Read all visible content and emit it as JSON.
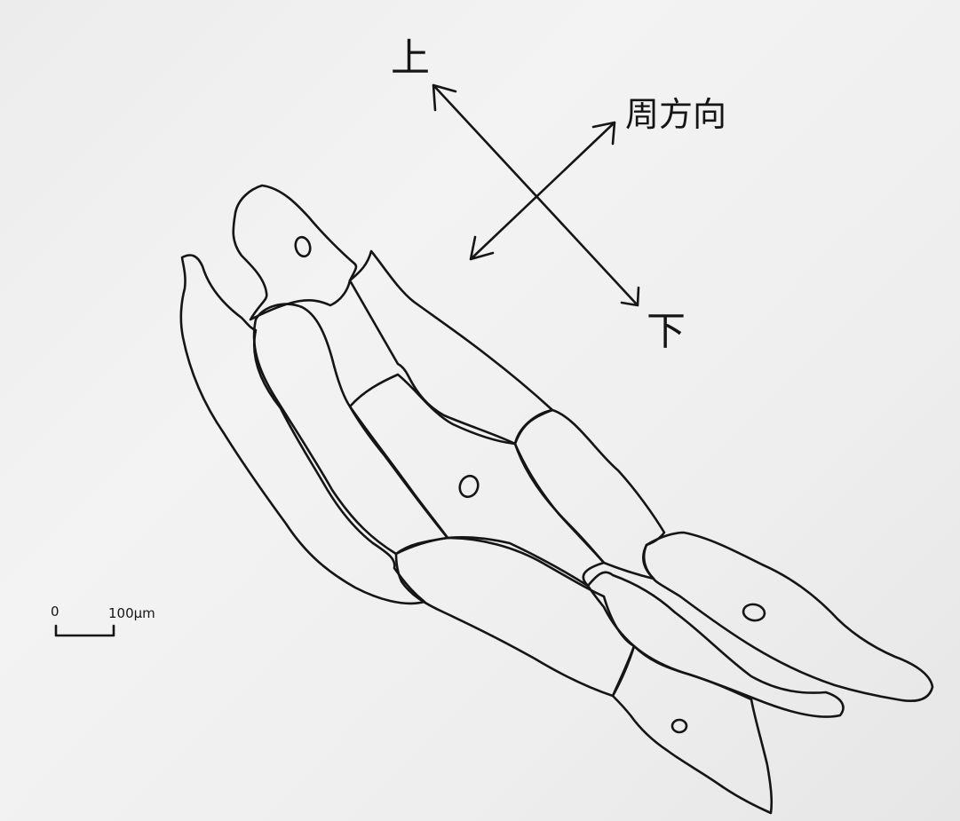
{
  "labels": {
    "up": "上",
    "down": "下",
    "circumferential": "周方向"
  },
  "scale_bar": {
    "start": "0",
    "end": "100μm"
  },
  "colors": {
    "paper": "#ececec",
    "ink": "#151515"
  }
}
